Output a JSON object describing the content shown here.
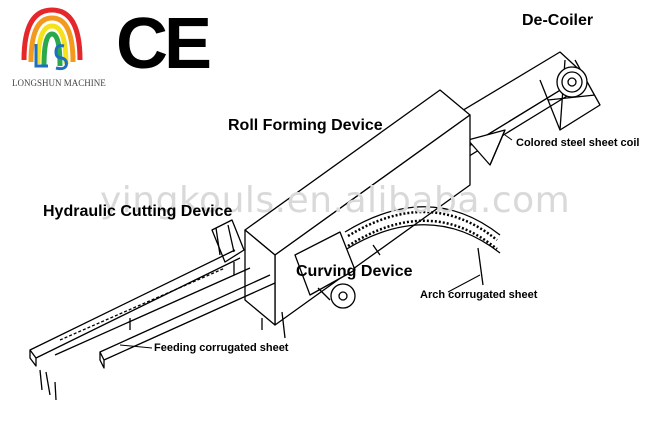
{
  "brand": {
    "name": "LONGSHUN MACHINE",
    "logo_icon": "rainbow-arch-ls-logo-icon",
    "certification_mark": "CE"
  },
  "watermark": "yingkouls.en.alibaba.com",
  "labels": {
    "decoiler": "De-Coiler",
    "roll_forming": "Roll Forming Device",
    "coil": "Colored steel sheet coil",
    "hydraulic_cutting": "Hydraulic Cutting Device",
    "curving": "Curving Device",
    "arch_sheet": "Arch corrugated sheet",
    "feeding_sheet": "Feeding corrugated sheet"
  },
  "colors": {
    "line": "#000000",
    "watermark": "#d9d9d9",
    "logo_red": "#e5262b",
    "logo_orange": "#f39a1e",
    "logo_yellow": "#f6e21b",
    "logo_green": "#2aa84a",
    "logo_blue": "#1f6fc1"
  }
}
